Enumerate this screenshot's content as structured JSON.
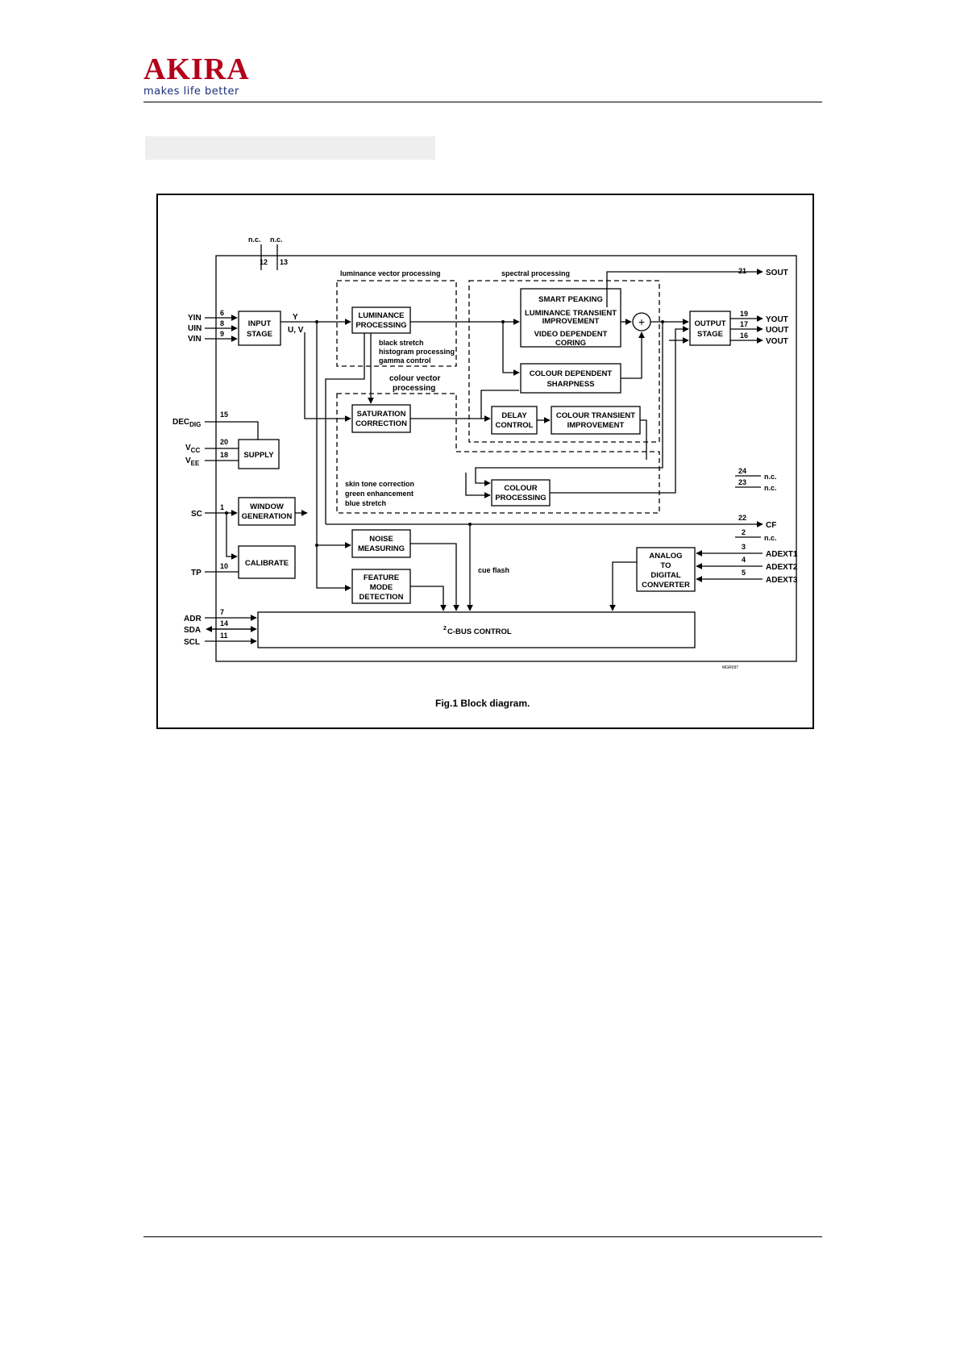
{
  "header": {
    "logo_text": "AKIRA",
    "tagline": "makes life better"
  },
  "figure": {
    "caption": "Fig.1  Block diagram.",
    "chip_pins_top": {
      "nc1": "n.c.",
      "nc2": "n.c.",
      "p12": "12",
      "p13": "13"
    },
    "groups": {
      "luminance": "luminance vector processing",
      "spectral": "spectral processing",
      "colour_line1": "colour vector",
      "colour_line2": "processing"
    },
    "blocks": {
      "input_stage": [
        "INPUT",
        "STAGE"
      ],
      "luminance_processing": [
        "LUMINANCE",
        "PROCESSING"
      ],
      "luminance_notes": [
        "black stretch",
        "histogram processing",
        "gamma control"
      ],
      "spectral_box": [
        "SMART PEAKING",
        "LUMINANCE TRANSIENT",
        "IMPROVEMENT",
        "VIDEO DEPENDENT",
        "CORING"
      ],
      "adder_symbol": "+",
      "output_stage": [
        "OUTPUT",
        "STAGE"
      ],
      "colour_dependent_sharpness": [
        "COLOUR DEPENDENT",
        "SHARPNESS"
      ],
      "saturation_correction": [
        "SATURATION",
        "CORRECTION"
      ],
      "delay_control": [
        "DELAY",
        "CONTROL"
      ],
      "colour_transient_improvement": [
        "COLOUR TRANSIENT",
        "IMPROVEMENT"
      ],
      "supply": "SUPPLY",
      "colour_notes": [
        "skin tone correction",
        "green enhancement",
        "blue stretch"
      ],
      "colour_processing": [
        "COLOUR",
        "PROCESSING"
      ],
      "window_generation": [
        "WINDOW",
        "GENERATION"
      ],
      "noise_measuring": [
        "NOISE",
        "MEASURING"
      ],
      "calibrate": "CALIBRATE",
      "feature_mode_detection": [
        "FEATURE",
        "MODE",
        "DETECTION"
      ],
      "adc": [
        "ANALOG",
        "TO",
        "DIGITAL",
        "CONVERTER"
      ],
      "i2c_sup": "2",
      "i2c_rest": "C-BUS CONTROL"
    },
    "signals": {
      "y": "Y",
      "uv": "U, V",
      "cue_flash": "cue flash"
    },
    "left_pins": [
      {
        "name": "YIN",
        "num": "6"
      },
      {
        "name": "UIN",
        "num": "8"
      },
      {
        "name": "VIN",
        "num": "9"
      },
      {
        "name": "DEC",
        "sub": "DIG",
        "num": "15"
      },
      {
        "name": "V",
        "sub": "CC",
        "num": "20"
      },
      {
        "name": "V",
        "sub": "EE",
        "num": "18"
      },
      {
        "name": "SC",
        "num": "1"
      },
      {
        "name": "TP",
        "num": "10"
      },
      {
        "name": "ADR",
        "num": "7"
      },
      {
        "name": "SDA",
        "num": "14"
      },
      {
        "name": "SCL",
        "num": "11"
      }
    ],
    "right_pins": [
      {
        "name": "SOUT",
        "num": "21"
      },
      {
        "name": "YOUT",
        "num": "19"
      },
      {
        "name": "UOUT",
        "num": "17"
      },
      {
        "name": "VOUT",
        "num": "16"
      },
      {
        "name": "n.c.",
        "num": "24"
      },
      {
        "name": "n.c.",
        "num": "23"
      },
      {
        "name": "CF",
        "num": "22"
      },
      {
        "name": "n.c.",
        "num": "2"
      },
      {
        "name": "ADEXT1",
        "num": "3"
      },
      {
        "name": "ADEXT2",
        "num": "4"
      },
      {
        "name": "ADEXT3",
        "num": "5"
      }
    ],
    "code": "MGR097"
  }
}
